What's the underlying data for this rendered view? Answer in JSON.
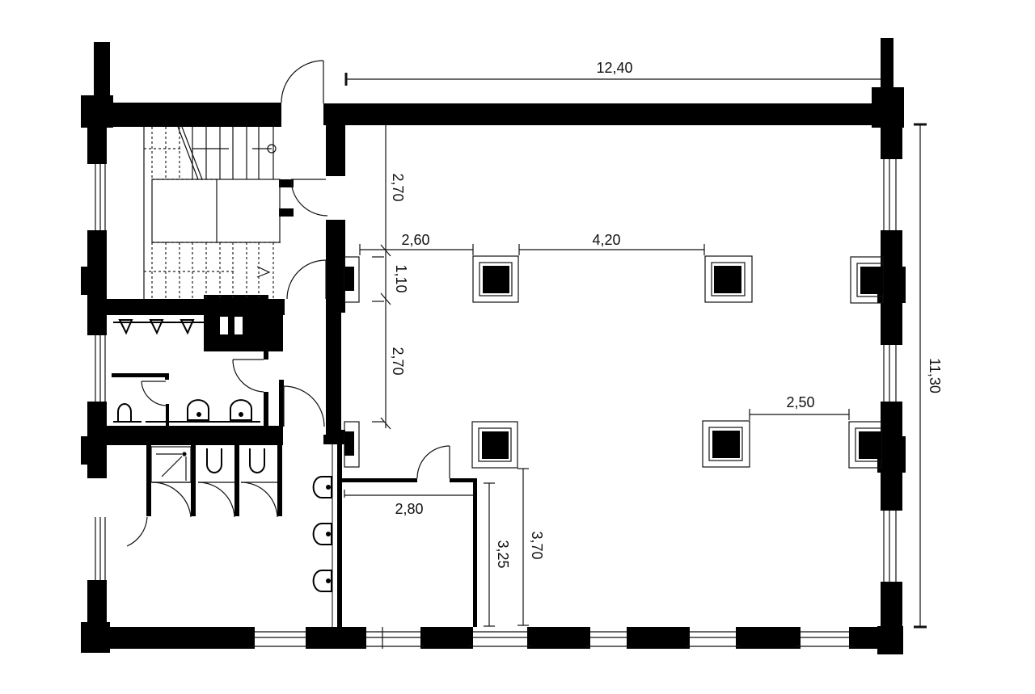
{
  "plan": {
    "type": "architectural floor plan",
    "units": "meters",
    "colors": {
      "wall": "#000000",
      "background": "#ffffff",
      "line": "#111111"
    },
    "dimensions": {
      "overall_width": "12,40",
      "overall_depth": "11,30",
      "top_gap_to_column": "2,70",
      "column_row_spacing": "2,70",
      "column_size": "1,10",
      "first_bay_x": "2,60",
      "middle_bay_x": "4,20",
      "right_bay_x": "2,50",
      "small_room_width": "2,80",
      "small_room_depth": "3,25",
      "column_to_front_wall": "3,70"
    },
    "rooms": [
      {
        "name": "stairwell"
      },
      {
        "name": "mens-restroom"
      },
      {
        "name": "restroom-with-stalls"
      },
      {
        "name": "corridor"
      },
      {
        "name": "small-office"
      },
      {
        "name": "main-hall"
      }
    ],
    "fixtures": {
      "urinals": 3,
      "washbasins": 5,
      "toilets": 3,
      "shower": 1,
      "columns": 6
    }
  }
}
